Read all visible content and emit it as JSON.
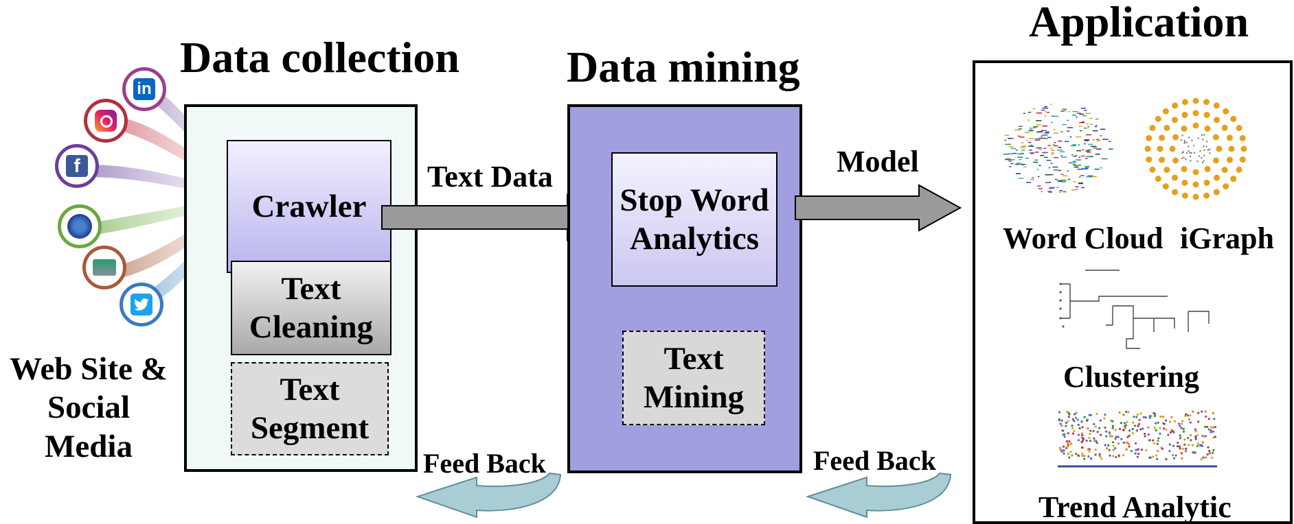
{
  "headings": {
    "data_collection": "Data collection",
    "data_mining": "Data mining",
    "application": "Application"
  },
  "sources": {
    "label": "Web Site & Social Media",
    "icons": [
      "linkedin-icon",
      "instagram-icon",
      "facebook-icon",
      "website-icon",
      "web-app-icon",
      "twitter-icon"
    ],
    "linkedin_glyph": "in",
    "facebook_glyph": "f"
  },
  "collection": {
    "crawler": "Crawler",
    "text_cleaning": "Text Cleaning",
    "text_segment": "Text Segment"
  },
  "mining": {
    "stop_word": "Stop Word Analytics",
    "text_mining": "Text Mining"
  },
  "arrows": {
    "text_data": "Text Data",
    "model": "Model",
    "feedback_left": "Feed Back",
    "feedback_right": "Feed Back"
  },
  "application": {
    "word_cloud": "Word Cloud",
    "igraph": "iGraph",
    "clustering": "Clustering",
    "trend": "Trend Analytic"
  },
  "colors": {
    "mining_panel": "#a29fe0",
    "collection_panel": "#f0f8f8",
    "arrow": "#9a9a9a",
    "feedback_arrow": "#a8cdd4",
    "igraph_nodes": "#e6a01c"
  }
}
